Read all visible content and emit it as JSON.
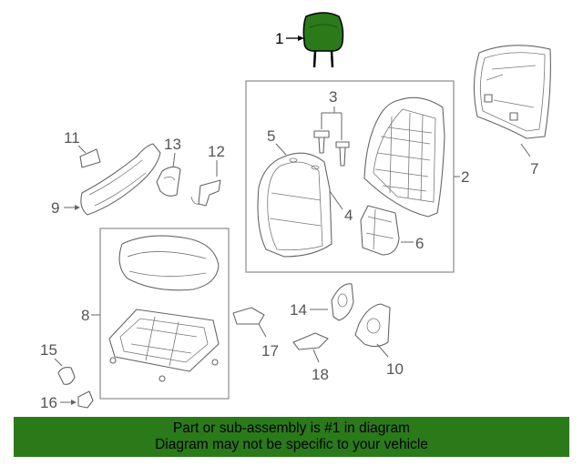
{
  "diagram": {
    "highlight_color": "#2a7a1a",
    "callouts": [
      {
        "id": "1",
        "text": "1"
      },
      {
        "id": "2",
        "text": "2"
      },
      {
        "id": "3",
        "text": "3"
      },
      {
        "id": "4",
        "text": "4"
      },
      {
        "id": "5",
        "text": "5"
      },
      {
        "id": "6",
        "text": "6"
      },
      {
        "id": "7",
        "text": "7"
      },
      {
        "id": "8",
        "text": "8"
      },
      {
        "id": "9",
        "text": "9"
      },
      {
        "id": "10",
        "text": "10"
      },
      {
        "id": "11",
        "text": "11"
      },
      {
        "id": "12",
        "text": "12"
      },
      {
        "id": "13",
        "text": "13"
      },
      {
        "id": "14",
        "text": "14"
      },
      {
        "id": "15",
        "text": "15"
      },
      {
        "id": "16",
        "text": "16"
      },
      {
        "id": "17",
        "text": "17"
      },
      {
        "id": "18",
        "text": "18"
      }
    ]
  },
  "banner": {
    "line1": "Part or sub-assembly is #1 in diagram",
    "line2": "Diagram may not be specific to your vehicle"
  }
}
